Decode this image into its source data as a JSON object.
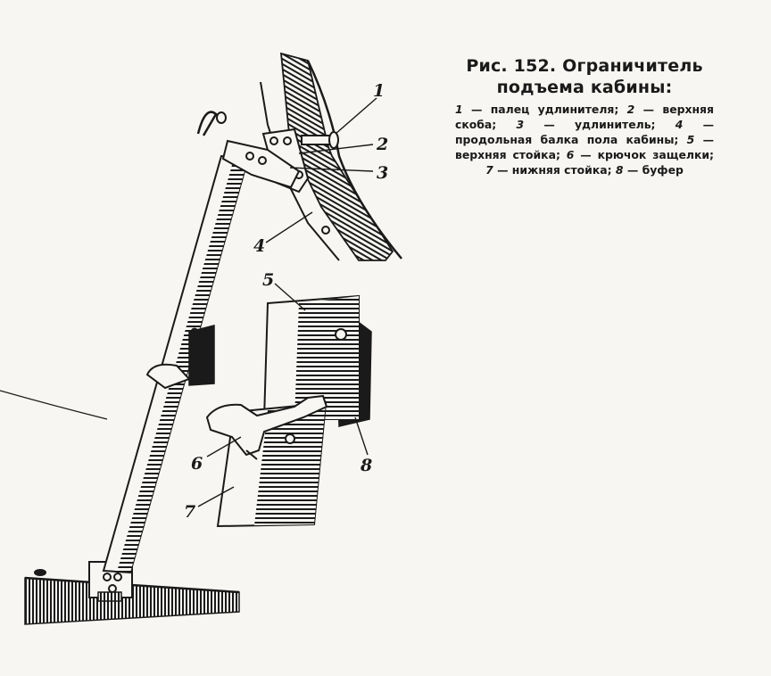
{
  "figure": {
    "callouts": [
      "1",
      "2",
      "3",
      "4",
      "5",
      "6",
      "7",
      "8"
    ]
  },
  "caption": {
    "title": "Рис. 152. Ограничитель подъема кабины:",
    "legend": [
      {
        "num": "1",
        "text": "палец удлинителя;"
      },
      {
        "num": "2",
        "text": "верхняя скоба;"
      },
      {
        "num": "3",
        "text": "удлинитель;"
      },
      {
        "num": "4",
        "text": "продольная балка пола кабины;"
      },
      {
        "num": "5",
        "text": "верхняя стойка;"
      },
      {
        "num": "6",
        "text": "крючок защелки;"
      },
      {
        "num": "7",
        "text": "нижняя стойка;"
      },
      {
        "num": "8",
        "text": "буфер"
      }
    ]
  },
  "colors": {
    "ink": "#1a1a1a",
    "paper": "#f7f6f2"
  }
}
